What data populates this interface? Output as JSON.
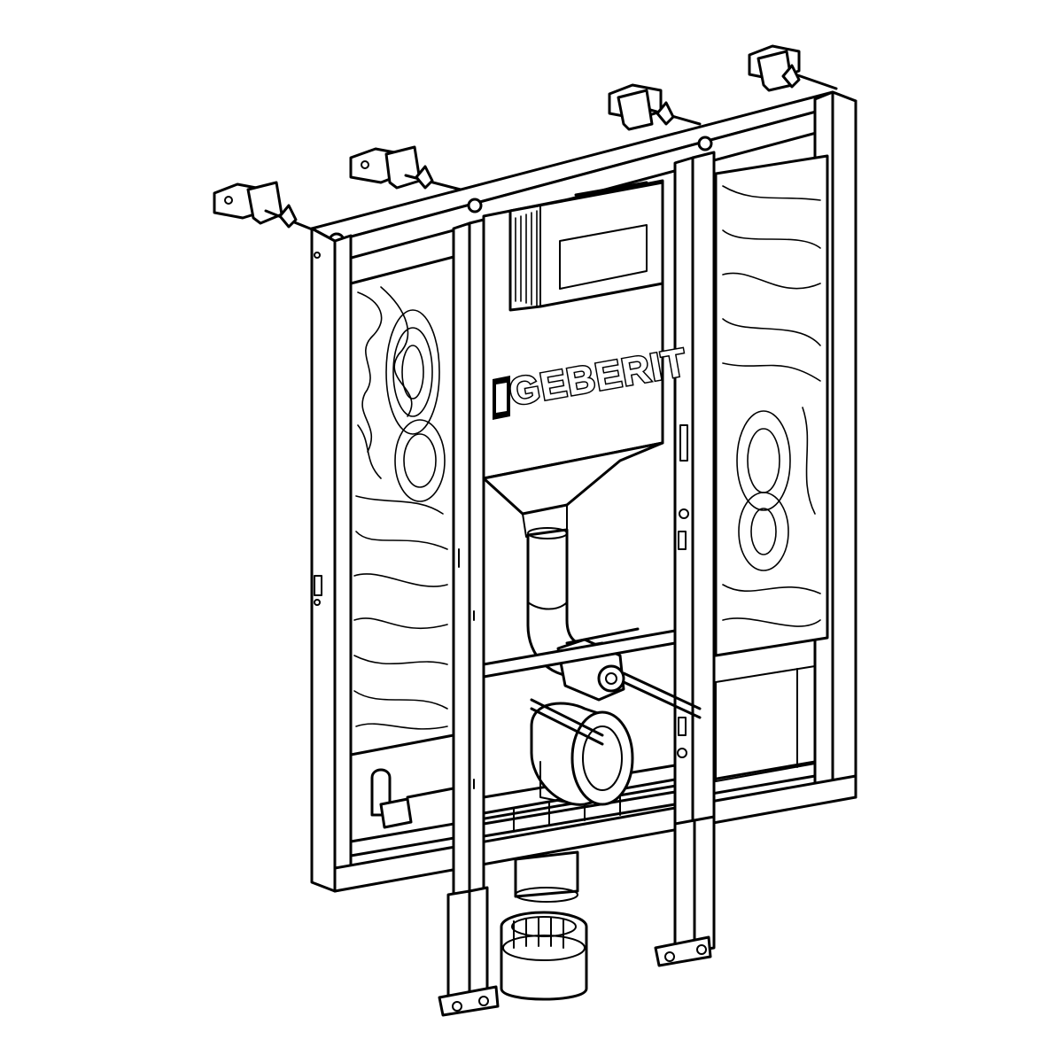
{
  "brand": {
    "logo_text": "GEBERIT"
  },
  "colors": {
    "line": "#000000",
    "background": "#ffffff"
  },
  "parts": {
    "frame": "installation-frame",
    "cistern": "concealed-cistern",
    "panels": "timber-board-panels",
    "wall_brackets": "wall-brackets",
    "flush_bend": "flush-pipe-bend",
    "drain_connector": "drain-connector",
    "adjustable_feet": "adjustable-feet"
  }
}
